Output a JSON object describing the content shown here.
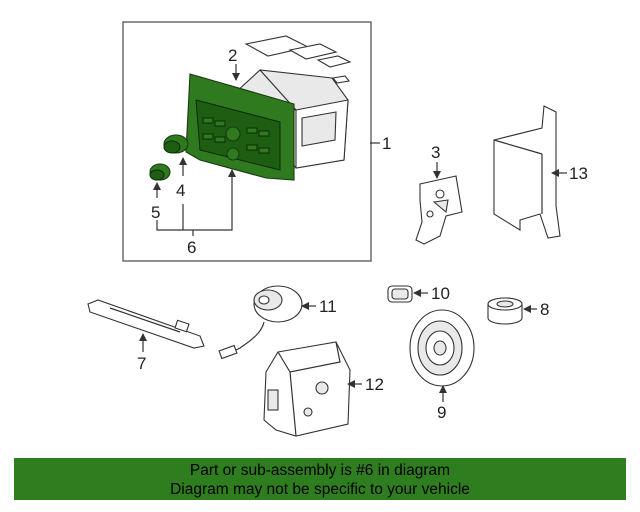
{
  "diagram": {
    "callouts": {
      "p1": "1",
      "p2": "2",
      "p3": "3",
      "p4": "4",
      "p5": "5",
      "p6": "6",
      "p7": "7",
      "p8": "8",
      "p9": "9",
      "p10": "10",
      "p11": "11",
      "p12": "12",
      "p13": "13"
    },
    "highlight_color": "#2f7a1f"
  },
  "banner": {
    "line1": "Part or sub-assembly is #6 in diagram",
    "line2": "Diagram may not be specific to your vehicle",
    "background": "#2e7d1f"
  }
}
